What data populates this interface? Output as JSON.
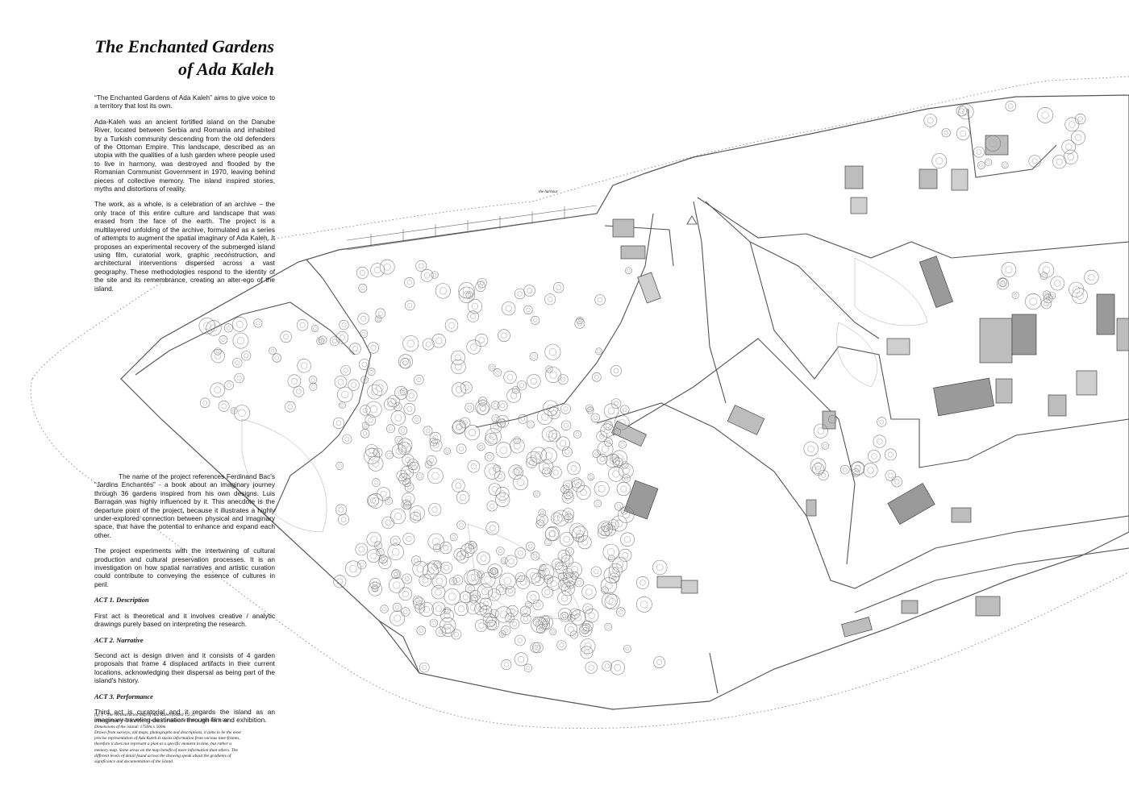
{
  "title": {
    "line1": "The Enchanted Gardens",
    "line2": "of Ada Kaleh"
  },
  "intro": [
    "“The Enchanted Gardens of Ada Kaleh” aims to give voice to a territory that lost its own.",
    "Ada-Kaleh was an ancient fortified island on the Danube River, located between Serbia and Romania and inhabited by a Turkish community descending from the old defenders of the Ottoman Empire. This landscape, described as an utopia with the qualities of a lush garden where people used to live in harmony, was destroyed and flooded by the Romanian Communist Government in 1970, leaving behind pieces of collective memory. The island inspired stories, myths and distortions of reality.",
    "The work, as a whole, is a celebration of an archive – the only trace of this entire culture and landscape that was erased from the face of the earth. The project is a multilayered unfolding of the archive, formulated as a series of attempts to augment the spatial imaginary of Ada Kaleh. It proposes an experimental recovery of the submerged island using film, curatorial work, graphic reconstruction, and architectural interventions dispersed across a vast geography. These methodologies respond to the identity of the site and its remembrance, creating an alter-ego of the island."
  ],
  "project": [
    "The name of the project references Ferdinand Bac's “Jardins Enchantés” - a book about an imaginary journey through 36 gardens inspired from his own designs. Luis Barragan was highly influenced by it. This anecdote is the departure point of the project, because it illustrates a highly under-explored connection between physical and imaginary space, that have the potential to enhance and expand each other.",
    "The project experiments with the intertwining of cultural production and cultural preservation processes. It is an investigation on how spatial narratives and artistic curation could contribute to conveying the essence of cultures in peril."
  ],
  "acts": [
    {
      "heading": "ACT 1. Description",
      "text": "First act is theoretical and it involves creative / analytic drawings purely based on interpreting the research."
    },
    {
      "heading": "ACT 2. Narrative",
      "text": "Second act is design driven and it consists of 4 garden proposals that frame 4 displaced artifacts in their current locations, acknowledging their dispersal as being part of the island's history."
    },
    {
      "heading": "ACT 3. Performance",
      "text": "Third act is curatorial and it regards the island as an imaginary traveling destination through film and exhibition."
    }
  ],
  "caption": [
    "fig. 1 - The reconstructed map of Ada Kaleh (board 1,2,3)",
    "Dimensions and scale of the drawing, in original: 914 mm x 3414 mm, 1:500",
    "Dimensions of the island: 1750m x 500m",
    "Drawn from surveys, old maps, photographs and descriptions, it aims to be the most",
    "precise representation of Ada Kaleh.It stacks information from various time-frames,",
    "therefore it does not represent a plan at a specific moment in time, but rather a",
    "memory map. Some areas on the map benefit of more information than others. The",
    "different levels of detail found across the drawing speak about the gradients of",
    "significance and documentation of the island."
  ],
  "map": {
    "harbour_label": "the harbour",
    "colors": {
      "line": "#5a5a5a",
      "roof": "#bdbdbd",
      "roof_dark": "#9a9a9a",
      "tree": "#777777"
    }
  }
}
